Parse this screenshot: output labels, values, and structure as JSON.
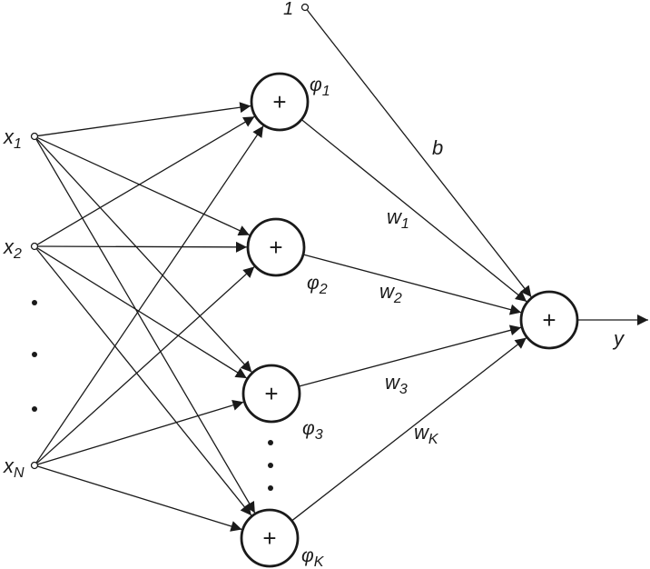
{
  "inputs": [
    {
      "label": "x",
      "sub": "1"
    },
    {
      "label": "x",
      "sub": "2"
    },
    {
      "label": "x",
      "sub": "N"
    }
  ],
  "hidden": [
    {
      "label": "φ",
      "sub": "1",
      "symbol": "+"
    },
    {
      "label": "φ",
      "sub": "2",
      "symbol": "+"
    },
    {
      "label": "φ",
      "sub": "3",
      "symbol": "+"
    },
    {
      "label": "φ",
      "sub": "K",
      "symbol": "+"
    }
  ],
  "weights": [
    {
      "label": "w",
      "sub": "1"
    },
    {
      "label": "w",
      "sub": "2"
    },
    {
      "label": "w",
      "sub": "3"
    },
    {
      "label": "w",
      "sub": "K"
    }
  ],
  "bias": {
    "input_label": "1",
    "weight_label": "b"
  },
  "output": {
    "symbol": "+",
    "label": "y"
  },
  "colors": {
    "stroke": "#1a1a1a",
    "background": "#ffffff"
  }
}
